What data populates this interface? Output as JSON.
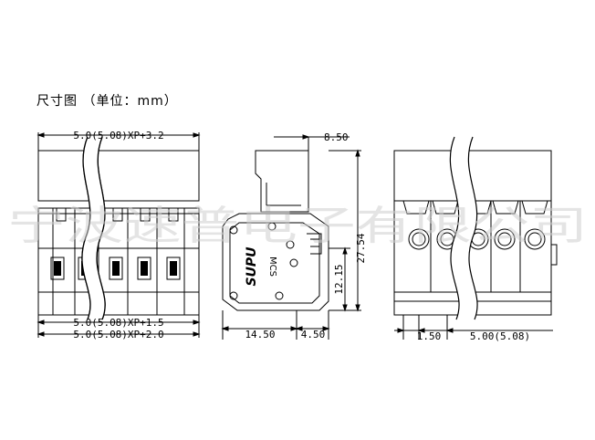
{
  "title": "尺寸图 （单位：mm）",
  "watermark": "宁波速普电子有限公司",
  "front_view": {
    "dim_top": "5.0(5.08)XP+3.2",
    "dim_bottom_1": "5.0(5.08)XP+1.5",
    "dim_bottom_2": "5.0(5.08)XP+2.0"
  },
  "side_view": {
    "dim_top": "8.50",
    "dim_height": "27.54",
    "dim_mid_height": "12.15",
    "dim_bottom_left": "14.50",
    "dim_bottom_right": "4.50",
    "logo_text": "SUPU",
    "model_text": "MCS"
  },
  "rear_view": {
    "dim_left": "1.50",
    "dim_pitch": "5.00(5.08)"
  },
  "colors": {
    "line": "#000000",
    "watermark": "#cfcfcf"
  }
}
